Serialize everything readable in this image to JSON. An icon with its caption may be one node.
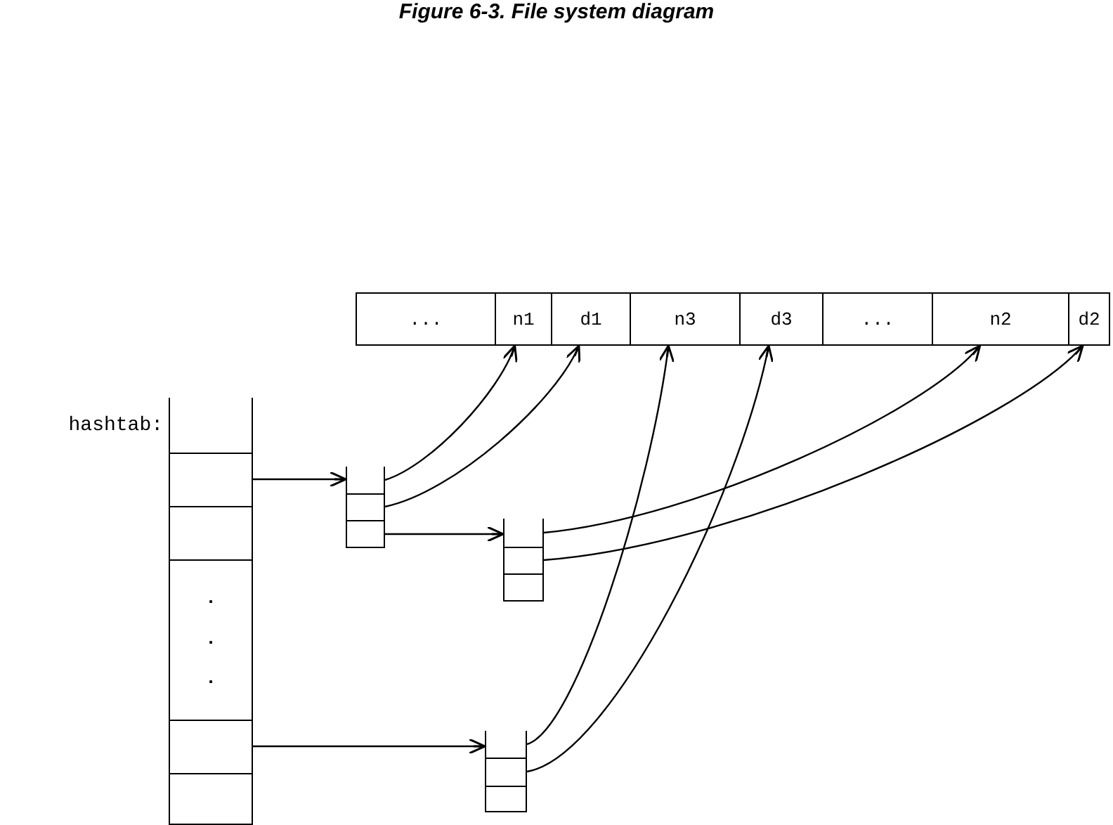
{
  "diagram": {
    "title": "Figure 6-3. File system diagram",
    "nodes": [
      {
        "text": [
          "..."
        ]
      },
      {
        "text": [
          "n1"
        ]
      },
      {
        "text": [
          "d1"
        ]
      },
      {
        "text": [
          "n3"
        ]
      },
      {
        "text": [
          "d3"
        ]
      },
      {
        "text": [
          "..."
        ]
      },
      {
        "text": [
          "n2"
        ]
      },
      {
        "text": [
          "d2"
        ]
      },
      {
        "text": [],
        "shape": "box",
        "beside": [
          "hashtab:"
        ]
      },
      {
        "text": [],
        "shape": "box",
        "in": 8
      },
      {
        "text": [],
        "shape": "box",
        "in": 8
      },
      {
        "text": [],
        "shape": "box",
        "in": 8
      },
      {
        "text": [
          "..."
        ],
        "in": 8
      },
      {
        "text": [],
        "shape": "box",
        "in": 8
      },
      {
        "text": [],
        "shape": "box",
        "in": 8
      },
      {
        "text": [],
        "shape": "box"
      },
      {
        "text": [],
        "shape": "box",
        "in": 15
      },
      {
        "text": [],
        "shape": "box",
        "in": 15
      },
      {
        "text": [],
        "shape": "box",
        "in": 15
      },
      {
        "text": [],
        "shape": "box"
      },
      {
        "text": [],
        "shape": "box",
        "in": 19
      },
      {
        "text": [],
        "shape": "box",
        "in": 19
      },
      {
        "text": [],
        "shape": "box",
        "in": 19
      },
      {
        "text": [],
        "shape": "box"
      },
      {
        "text": [],
        "shape": "box",
        "in": 23
      },
      {
        "text": [],
        "shape": "box",
        "in": 23
      },
      {
        "text": [],
        "shape": "box",
        "in": 23
      }
    ],
    "edges": [
      {
        "from": 10,
        "to": 15,
        "arrow": "to"
      },
      {
        "from": 16,
        "to": 1,
        "arrow": "to"
      },
      {
        "from": 17,
        "to": 2,
        "arrow": "to"
      },
      {
        "from": 18,
        "to": 19,
        "arrow": "to"
      },
      {
        "from": 20,
        "to": 6,
        "arrow": "to"
      },
      {
        "from": 21,
        "to": 7,
        "arrow": "to"
      },
      {
        "from": 13,
        "to": 23,
        "arrow": "to"
      },
      {
        "from": 24,
        "to": 3,
        "arrow": "to"
      },
      {
        "from": 25,
        "to": 4,
        "arrow": "to"
      }
    ]
  }
}
